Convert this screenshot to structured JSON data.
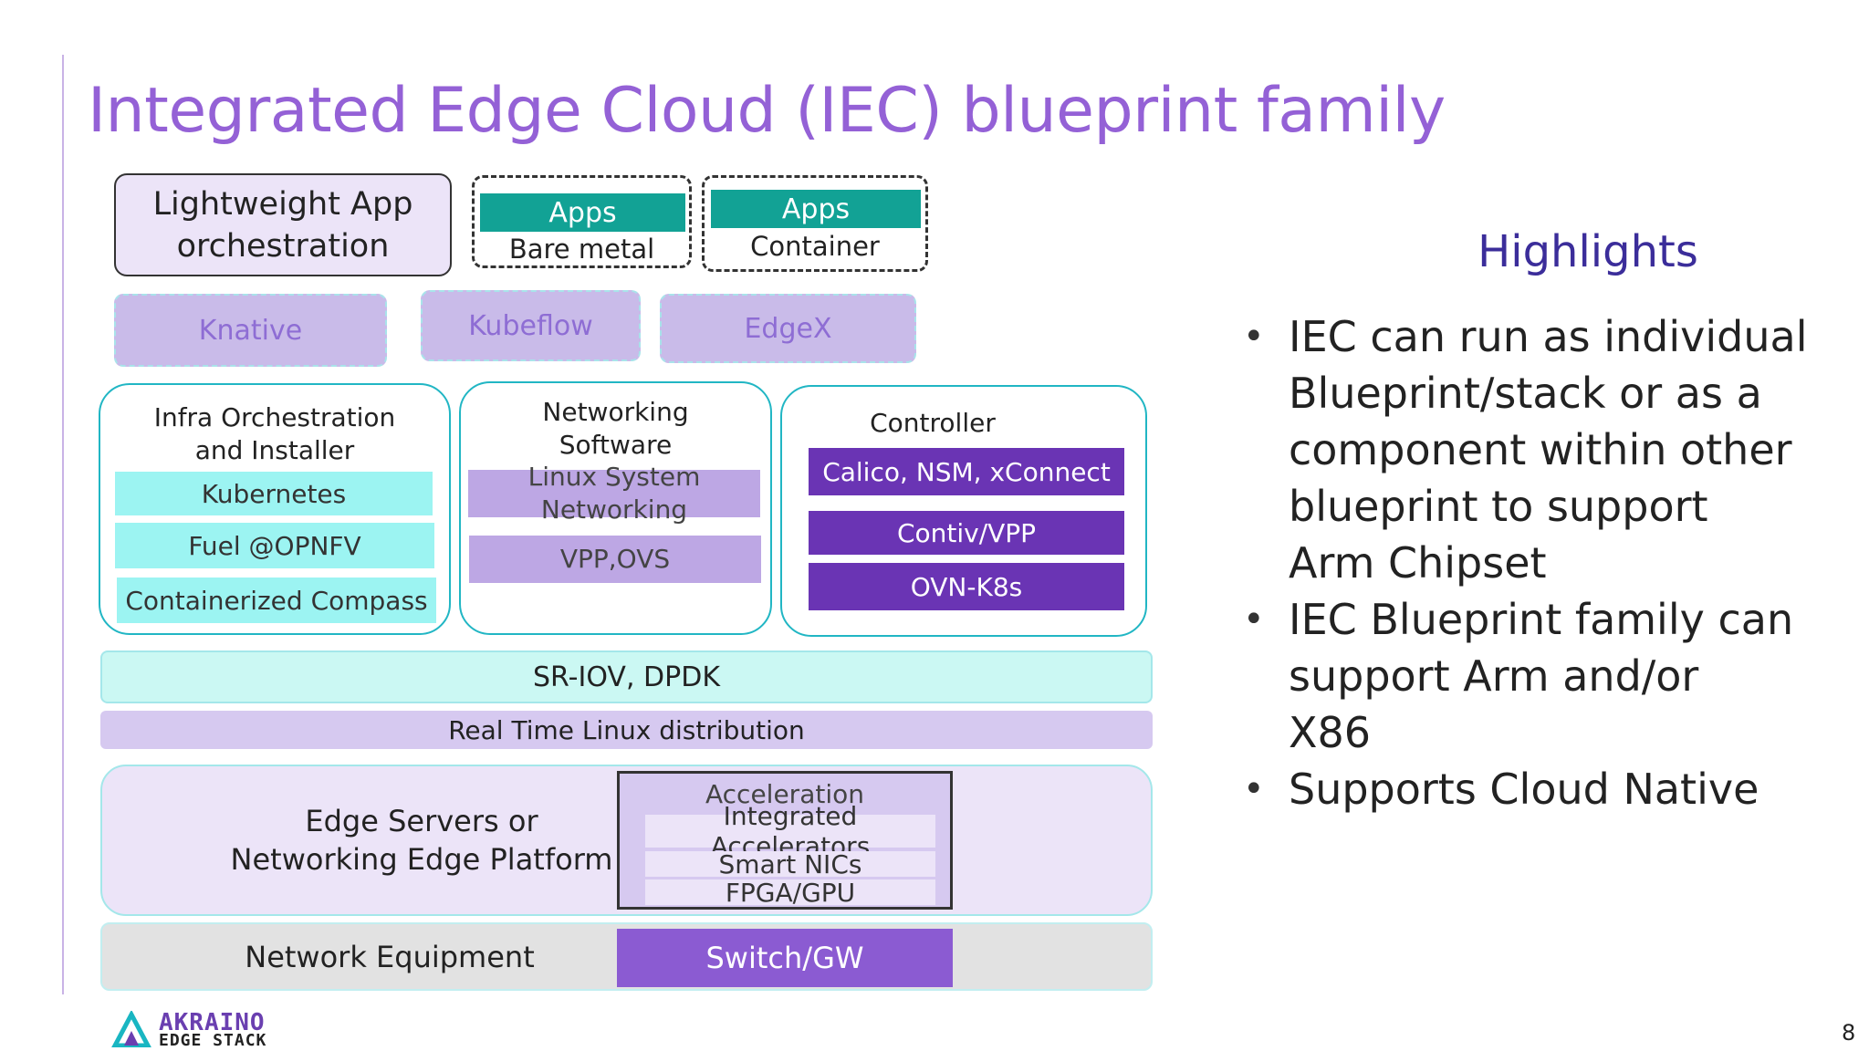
{
  "slide": {
    "title": "Integrated Edge Cloud (IEC) blueprint family",
    "page_number": "8"
  },
  "diagram": {
    "lightweight_app": {
      "line1": "Lightweight App",
      "line2": "orchestration"
    },
    "apps_bare_metal": {
      "label": "Apps",
      "sub": "Bare metal"
    },
    "apps_container": {
      "label": "Apps",
      "sub": "Container"
    },
    "frameworks": [
      "Knative",
      "Kubeflow",
      "EdgeX"
    ],
    "infra": {
      "title_line1": "Infra Orchestration",
      "title_line2": "and Installer",
      "items": [
        "Kubernetes",
        "Fuel @OPNFV",
        "Containerized Compass"
      ]
    },
    "networking": {
      "title_line1": "Networking",
      "title_line2": "Software",
      "items": [
        {
          "line1": "Linux System",
          "line2": "Networking"
        },
        {
          "line1": "VPP,OVS"
        }
      ]
    },
    "controller": {
      "title": "Controller",
      "items": [
        "Calico, NSM, xConnect",
        "Contiv/VPP",
        "OVN-K8s"
      ]
    },
    "sriov": "SR-IOV, DPDK",
    "realtime_linux": "Real Time Linux distribution",
    "edge_platform": {
      "line1": "Edge Servers or",
      "line2": "Networking Edge Platform",
      "acceleration": {
        "title": "Acceleration",
        "items": [
          "Integrated Accelerators",
          "Smart NICs",
          "FPGA/GPU"
        ]
      }
    },
    "network_equipment": {
      "label": "Network Equipment",
      "switch": "Switch/GW"
    }
  },
  "highlights": {
    "title": "Highlights",
    "bullets": [
      {
        "lines": [
          "IEC can run as individual",
          "Blueprint/stack or as a",
          "component within other",
          "blueprint to support",
          "Arm Chipset"
        ]
      },
      {
        "lines": [
          "IEC Blueprint family can",
          "support Arm and/or",
          "X86"
        ]
      },
      {
        "lines": [
          "Supports Cloud Native"
        ]
      }
    ],
    "bullet_glyph": "•"
  },
  "logo": {
    "line1": "AKRAINO",
    "line2": "EDGE STACK",
    "icon": "akraino-triangle-icon"
  },
  "colors": {
    "title_purple": "#9461d6",
    "teal": "#12a295",
    "cyan_item": "#9cf4f2",
    "lavender_item": "#bda7e4",
    "dark_purple": "#6a34b4",
    "switch_purple": "#8b5bd2",
    "highlights_navy": "#3b2d9a"
  }
}
